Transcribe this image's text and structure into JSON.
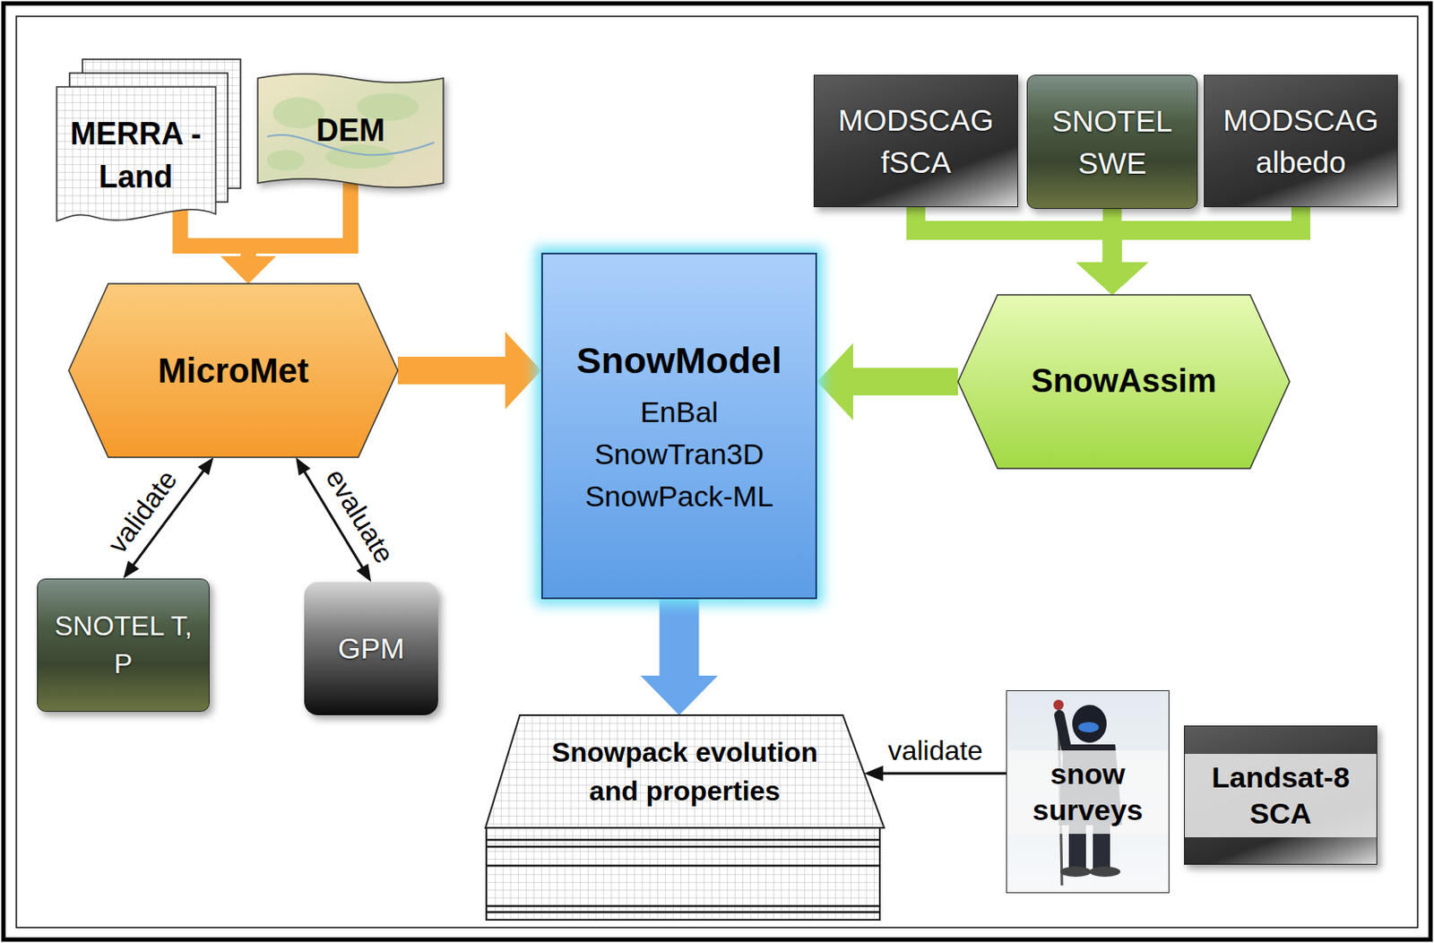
{
  "diagram": {
    "nodes": [
      {
        "text": [
          "MERRA -Land"
        ]
      },
      {
        "text": [
          "DEM"
        ]
      },
      {
        "text": [
          "MODSCAG fSCA"
        ]
      },
      {
        "text": [
          "SNOTEL SWE"
        ]
      },
      {
        "text": [
          "MODSCAG albedo"
        ]
      },
      {
        "text": [
          "MicroMet"
        ]
      },
      {
        "text": [
          "SnowModel",
          "EnBal SnowTran3D SnowPack-ML"
        ]
      },
      {
        "text": [
          "SnowAssim"
        ]
      },
      {
        "text": [
          "SNOTEL T, P"
        ]
      },
      {
        "text": [
          "GPM"
        ]
      },
      {
        "text": [
          "Snowpack evolution and properties"
        ]
      },
      {
        "text": [
          "snow surveys"
        ]
      },
      {
        "text": [
          "Landsat-8 SCA"
        ]
      }
    ],
    "edges": [
      {
        "from": 0,
        "to": 5,
        "arrow": "to"
      },
      {
        "from": 1,
        "to": 5,
        "arrow": "to"
      },
      {
        "from": 2,
        "to": 7,
        "arrow": "to"
      },
      {
        "from": 3,
        "to": 7,
        "arrow": "to"
      },
      {
        "from": 4,
        "to": 7,
        "arrow": "to"
      },
      {
        "from": 5,
        "to": 6,
        "arrow": "to"
      },
      {
        "from": 7,
        "to": 6,
        "arrow": "to"
      },
      {
        "from": 5,
        "to": 8,
        "label": "validate",
        "arrow": "both"
      },
      {
        "from": 5,
        "to": 9,
        "label": "evaluate",
        "arrow": "both"
      },
      {
        "from": 6,
        "to": 10,
        "arrow": "to"
      },
      {
        "from": 11,
        "to": 10,
        "label": "validate",
        "arrow": "to"
      }
    ]
  }
}
